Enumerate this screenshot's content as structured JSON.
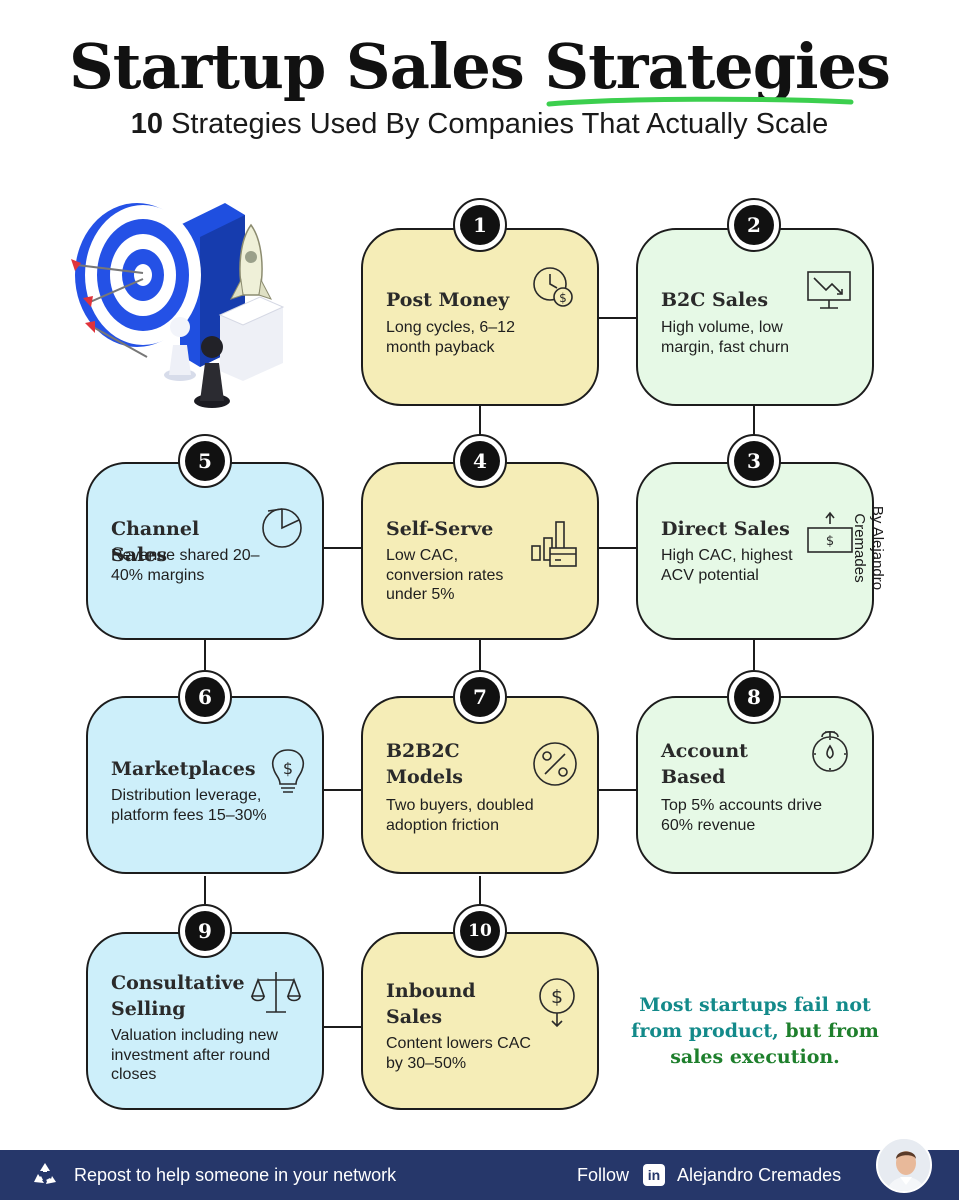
{
  "header": {
    "title": "Startup Sales Strategies",
    "subtitle_num": "10",
    "subtitle_rest": " Strategies Used By Companies That Actually Scale"
  },
  "cards": [
    {
      "num": "1",
      "title": "Post Money",
      "desc": "Long cycles, 6–12 month payback",
      "icon": "clock-dollar-icon"
    },
    {
      "num": "2",
      "title": "B2C Sales",
      "desc": "High volume, low margin, fast churn",
      "icon": "trending-down-chart-icon"
    },
    {
      "num": "3",
      "title": "Direct Sales",
      "desc": "High CAC, highest ACV potential",
      "icon": "dollar-bill-up-icon"
    },
    {
      "num": "4",
      "title": "Self-Serve",
      "desc": "Low CAC, conversion rates under 5%",
      "icon": "bar-chart-card-icon"
    },
    {
      "num": "5",
      "title": "Channel Sales",
      "desc": "Revenue shared 20–40% margins",
      "icon": "pie-chart-icon"
    },
    {
      "num": "6",
      "title": "Marketplaces",
      "desc": "Distribution leverage, platform fees 15–30%",
      "icon": "lightbulb-dollar-icon"
    },
    {
      "num": "7",
      "title": "B2B2C Models",
      "desc": "Two buyers, doubled adoption friction",
      "icon": "percent-circle-icon"
    },
    {
      "num": "8",
      "title": "Account Based",
      "desc": "Top 5% accounts drive 60% revenue",
      "icon": "stopwatch-drop-icon"
    },
    {
      "num": "9",
      "title": "Consultative Selling",
      "desc": "Valuation including new investment after round closes",
      "icon": "balance-scale-icon"
    },
    {
      "num": "10",
      "title": "Inbound Sales",
      "desc": "Content lowers CAC by 30–50%",
      "icon": "dollar-coin-down-icon"
    }
  ],
  "byline": "By Alejandro Cremades",
  "tagline": {
    "part1": "Most startups fail not from product, ",
    "part2": "but from sales execution."
  },
  "footer": {
    "repost": "Repost to help someone in your network",
    "follow": "Follow",
    "linkedin": "in",
    "name": "Alejandro Cremades"
  },
  "colors": {
    "yellow": "#f5edb7",
    "green": "#e6f9e6",
    "blue": "#cdeffa",
    "footer": "#26376a",
    "underline": "#3ccf4e",
    "tagline_teal": "#138a8a",
    "tagline_green": "#1e7f2c"
  }
}
